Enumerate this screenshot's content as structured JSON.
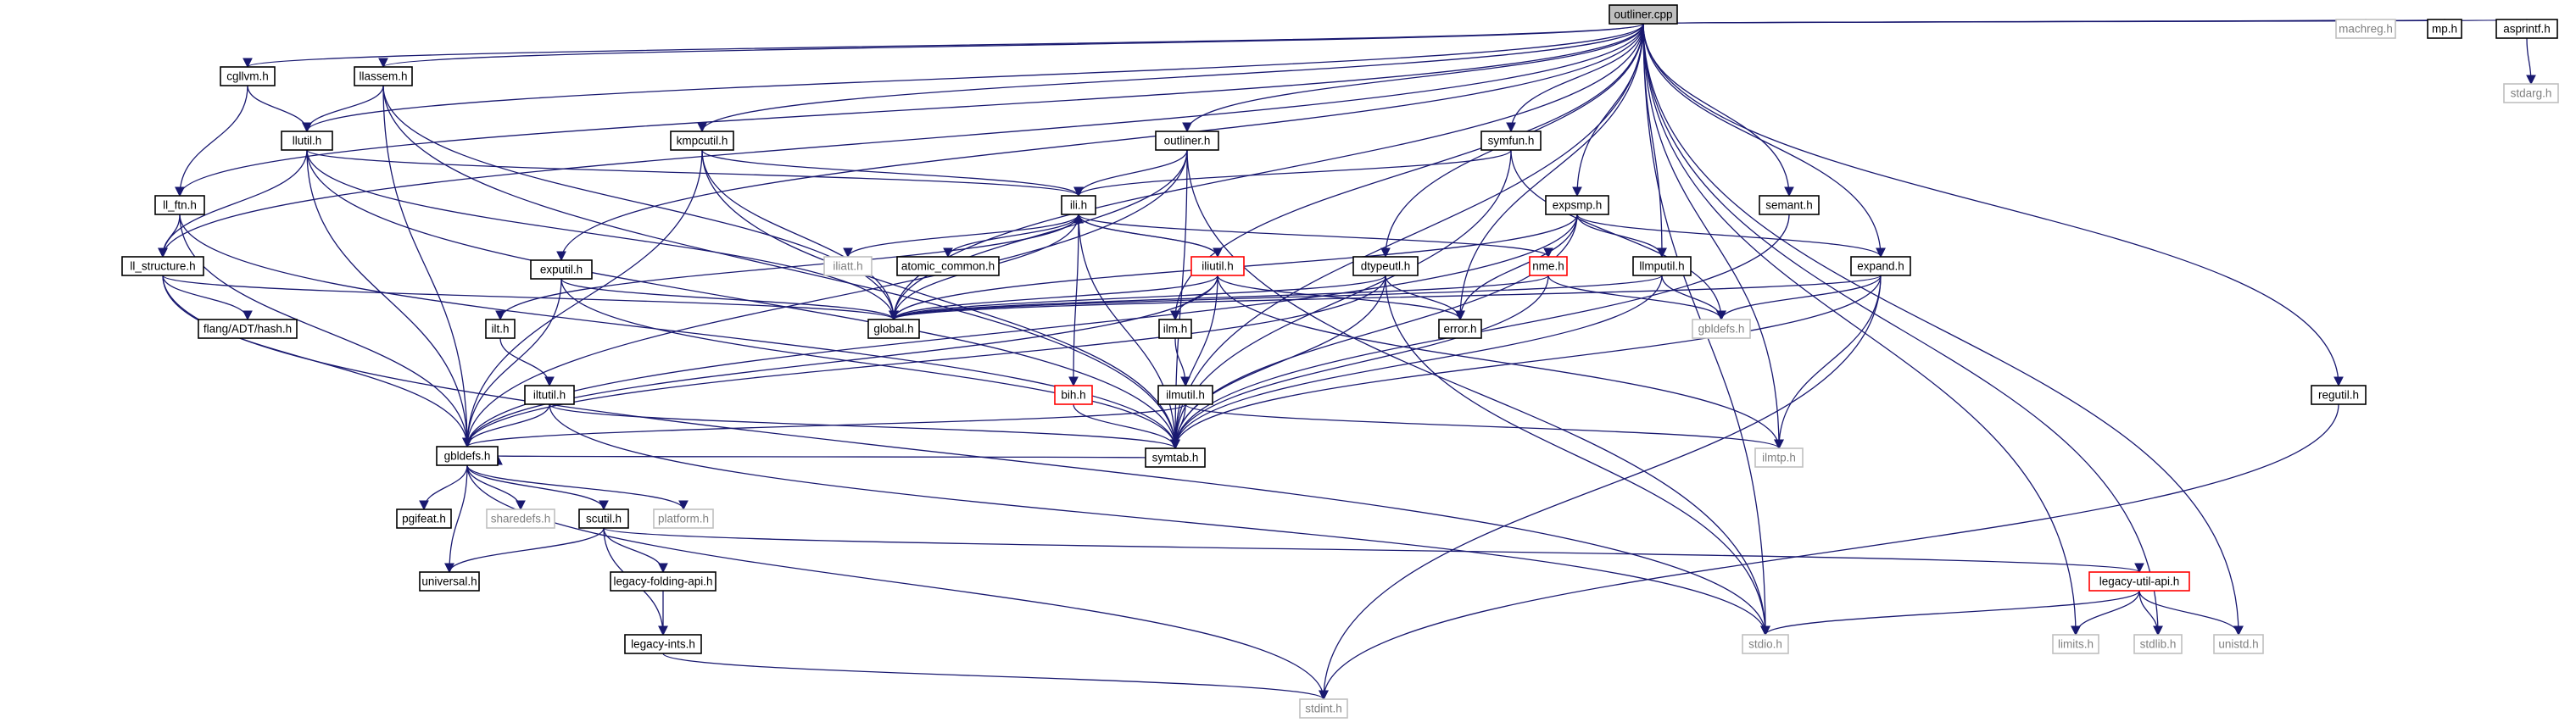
{
  "graph": {
    "colors": {
      "edge": "#191970",
      "root_fill": "#bfbfbf",
      "node_stroke": "#000000",
      "missing_stroke": "#bfbfbf",
      "missing_text": "#808080",
      "truncated_stroke": "#ff0000"
    },
    "nodes": [
      {
        "id": "outliner_cpp",
        "label": "outliner.cpp",
        "kind": "root"
      },
      {
        "id": "cgllvm_h",
        "label": "cgllvm.h",
        "kind": "normal"
      },
      {
        "id": "llassem_h",
        "label": "llassem.h",
        "kind": "normal"
      },
      {
        "id": "llutil_h",
        "label": "llutil.h",
        "kind": "normal"
      },
      {
        "id": "ll_ftn_h",
        "label": "ll_ftn.h",
        "kind": "normal"
      },
      {
        "id": "ll_structure_h",
        "label": "ll_structure.h",
        "kind": "normal"
      },
      {
        "id": "flang_adt_hash_h",
        "label": "flang/ADT/hash.h",
        "kind": "normal"
      },
      {
        "id": "kmpcutil_h",
        "label": "kmpcutil.h",
        "kind": "normal"
      },
      {
        "id": "outliner_h",
        "label": "outliner.h",
        "kind": "normal"
      },
      {
        "id": "symfun_h",
        "label": "symfun.h",
        "kind": "normal"
      },
      {
        "id": "ili_h",
        "label": "ili.h",
        "kind": "normal"
      },
      {
        "id": "iliatt_h",
        "label": "iliatt.h",
        "kind": "missing"
      },
      {
        "id": "atomic_common_h",
        "label": "atomic_common.h",
        "kind": "normal"
      },
      {
        "id": "iliutil_h",
        "label": "iliutil.h",
        "kind": "truncated"
      },
      {
        "id": "expsmp_h",
        "label": "expsmp.h",
        "kind": "normal"
      },
      {
        "id": "nme_h",
        "label": "nme.h",
        "kind": "truncated"
      },
      {
        "id": "semant_h",
        "label": "semant.h",
        "kind": "normal"
      },
      {
        "id": "exputil_h",
        "label": "exputil.h",
        "kind": "normal"
      },
      {
        "id": "dtypeutl_h",
        "label": "dtypeutl.h",
        "kind": "normal"
      },
      {
        "id": "llmputil_h",
        "label": "llmputil.h",
        "kind": "normal"
      },
      {
        "id": "expand_h",
        "label": "expand.h",
        "kind": "normal"
      },
      {
        "id": "global_h",
        "label": "global.h",
        "kind": "normal"
      },
      {
        "id": "error_h",
        "label": "error.h",
        "kind": "normal"
      },
      {
        "id": "gbldefs_h_r",
        "label": "gbldefs.h",
        "kind": "missing"
      },
      {
        "id": "ilt_h",
        "label": "ilt.h",
        "kind": "normal"
      },
      {
        "id": "ilm_h",
        "label": "ilm.h",
        "kind": "normal"
      },
      {
        "id": "iltutil_h",
        "label": "iltutil.h",
        "kind": "normal"
      },
      {
        "id": "bih_h",
        "label": "bih.h",
        "kind": "truncated"
      },
      {
        "id": "ilmutil_h",
        "label": "ilmutil.h",
        "kind": "normal"
      },
      {
        "id": "gbldefs_h",
        "label": "gbldefs.h",
        "kind": "normal"
      },
      {
        "id": "symtab_h",
        "label": "symtab.h",
        "kind": "normal"
      },
      {
        "id": "ilmtp_h",
        "label": "ilmtp.h",
        "kind": "missing"
      },
      {
        "id": "pgifeat_h",
        "label": "pgifeat.h",
        "kind": "normal"
      },
      {
        "id": "sharedefs_h",
        "label": "sharedefs.h",
        "kind": "missing"
      },
      {
        "id": "scutil_h",
        "label": "scutil.h",
        "kind": "normal"
      },
      {
        "id": "platform_h",
        "label": "platform.h",
        "kind": "missing"
      },
      {
        "id": "universal_h",
        "label": "universal.h",
        "kind": "normal"
      },
      {
        "id": "legacy_folding_api_h",
        "label": "legacy-folding-api.h",
        "kind": "normal"
      },
      {
        "id": "legacy_ints_h",
        "label": "legacy-ints.h",
        "kind": "normal"
      },
      {
        "id": "legacy_util_api_h",
        "label": "legacy-util-api.h",
        "kind": "truncated"
      },
      {
        "id": "stdio_h",
        "label": "stdio.h",
        "kind": "missing"
      },
      {
        "id": "limits_h",
        "label": "limits.h",
        "kind": "missing"
      },
      {
        "id": "stdlib_h",
        "label": "stdlib.h",
        "kind": "missing"
      },
      {
        "id": "unistd_h",
        "label": "unistd.h",
        "kind": "missing"
      },
      {
        "id": "stdint_h",
        "label": "stdint.h",
        "kind": "missing"
      },
      {
        "id": "machreg_h",
        "label": "machreg.h",
        "kind": "missing"
      },
      {
        "id": "mp_h",
        "label": "mp.h",
        "kind": "normal"
      },
      {
        "id": "asprintf_h",
        "label": "asprintf.h",
        "kind": "normal"
      },
      {
        "id": "stdarg_h",
        "label": "stdarg.h",
        "kind": "missing"
      },
      {
        "id": "regutil_h",
        "label": "regutil.h",
        "kind": "normal"
      }
    ],
    "edges": [
      [
        "outliner_cpp",
        "cgllvm_h"
      ],
      [
        "outliner_cpp",
        "llassem_h"
      ],
      [
        "outliner_cpp",
        "llutil_h"
      ],
      [
        "outliner_cpp",
        "ll_ftn_h"
      ],
      [
        "outliner_cpp",
        "ll_structure_h"
      ],
      [
        "outliner_cpp",
        "kmpcutil_h"
      ],
      [
        "outliner_cpp",
        "outliner_h"
      ],
      [
        "outliner_cpp",
        "symfun_h"
      ],
      [
        "outliner_cpp",
        "exputil_h"
      ],
      [
        "outliner_cpp",
        "expsmp_h"
      ],
      [
        "outliner_cpp",
        "semant_h"
      ],
      [
        "outliner_cpp",
        "dtypeutl_h"
      ],
      [
        "outliner_cpp",
        "llmputil_h"
      ],
      [
        "outliner_cpp",
        "expand_h"
      ],
      [
        "outliner_cpp",
        "ilm_h"
      ],
      [
        "outliner_cpp",
        "error_h"
      ],
      [
        "outliner_cpp",
        "global_h"
      ],
      [
        "outliner_cpp",
        "symtab_h"
      ],
      [
        "outliner_cpp",
        "ilmtp_h"
      ],
      [
        "outliner_cpp",
        "stdio_h"
      ],
      [
        "outliner_cpp",
        "limits_h"
      ],
      [
        "outliner_cpp",
        "stdlib_h"
      ],
      [
        "outliner_cpp",
        "unistd_h"
      ],
      [
        "outliner_cpp",
        "machreg_h"
      ],
      [
        "outliner_cpp",
        "mp_h"
      ],
      [
        "outliner_cpp",
        "asprintf_h"
      ],
      [
        "outliner_cpp",
        "regutil_h"
      ],
      [
        "cgllvm_h",
        "llutil_h"
      ],
      [
        "cgllvm_h",
        "ll_ftn_h"
      ],
      [
        "llassem_h",
        "llutil_h"
      ],
      [
        "llassem_h",
        "gbldefs_h"
      ],
      [
        "llassem_h",
        "global_h"
      ],
      [
        "llassem_h",
        "symtab_h"
      ],
      [
        "llutil_h",
        "ll_structure_h"
      ],
      [
        "llutil_h",
        "gbldefs_h"
      ],
      [
        "llutil_h",
        "ili_h"
      ],
      [
        "llutil_h",
        "global_h"
      ],
      [
        "llutil_h",
        "symtab_h"
      ],
      [
        "ll_ftn_h",
        "ll_structure_h"
      ],
      [
        "ll_ftn_h",
        "gbldefs_h"
      ],
      [
        "ll_ftn_h",
        "symtab_h"
      ],
      [
        "ll_structure_h",
        "flang_adt_hash_h"
      ],
      [
        "ll_structure_h",
        "gbldefs_h"
      ],
      [
        "ll_structure_h",
        "global_h"
      ],
      [
        "ll_structure_h",
        "stdio_h"
      ],
      [
        "kmpcutil_h",
        "gbldefs_h"
      ],
      [
        "kmpcutil_h",
        "global_h"
      ],
      [
        "kmpcutil_h",
        "ili_h"
      ],
      [
        "kmpcutil_h",
        "symtab_h"
      ],
      [
        "outliner_h",
        "ili_h"
      ],
      [
        "outliner_h",
        "global_h"
      ],
      [
        "outliner_h",
        "symtab_h"
      ],
      [
        "outliner_h",
        "gbldefs_h"
      ],
      [
        "outliner_h",
        "stdio_h"
      ],
      [
        "symfun_h",
        "ili_h"
      ],
      [
        "symfun_h",
        "symtab_h"
      ],
      [
        "symfun_h",
        "gbldefs_h_r"
      ],
      [
        "ili_h",
        "iliatt_h"
      ],
      [
        "ili_h",
        "atomic_common_h"
      ],
      [
        "ili_h",
        "iliutil_h"
      ],
      [
        "ili_h",
        "global_h"
      ],
      [
        "ili_h",
        "symtab_h"
      ],
      [
        "ili_h",
        "bih_h"
      ],
      [
        "ili_h",
        "ilt_h"
      ],
      [
        "ili_h",
        "nme_h"
      ],
      [
        "iliutil_h",
        "ili_h"
      ],
      [
        "iliutil_h",
        "global_h"
      ],
      [
        "iliutil_h",
        "symtab_h"
      ],
      [
        "iliutil_h",
        "ilm_h"
      ],
      [
        "iliutil_h",
        "error_h"
      ],
      [
        "iliutil_h",
        "ilmtp_h"
      ],
      [
        "iliutil_h",
        "gbldefs_h"
      ],
      [
        "expsmp_h",
        "llmputil_h"
      ],
      [
        "expsmp_h",
        "expand_h"
      ],
      [
        "expsmp_h",
        "error_h"
      ],
      [
        "expsmp_h",
        "global_h"
      ],
      [
        "expsmp_h",
        "symtab_h"
      ],
      [
        "expsmp_h",
        "gbldefs_h"
      ],
      [
        "nme_h",
        "global_h"
      ],
      [
        "nme_h",
        "symtab_h"
      ],
      [
        "nme_h",
        "gbldefs_h_r"
      ],
      [
        "semant_h",
        "symtab_h"
      ],
      [
        "exputil_h",
        "gbldefs_h"
      ],
      [
        "exputil_h",
        "global_h"
      ],
      [
        "exputil_h",
        "symtab_h"
      ],
      [
        "dtypeutl_h",
        "global_h"
      ],
      [
        "dtypeutl_h",
        "error_h"
      ],
      [
        "dtypeutl_h",
        "symtab_h"
      ],
      [
        "dtypeutl_h",
        "stdio_h"
      ],
      [
        "dtypeutl_h",
        "gbldefs_h"
      ],
      [
        "llmputil_h",
        "gbldefs_h_r"
      ],
      [
        "llmputil_h",
        "global_h"
      ],
      [
        "llmputil_h",
        "symtab_h"
      ],
      [
        "expand_h",
        "global_h"
      ],
      [
        "expand_h",
        "gbldefs_h_r"
      ],
      [
        "expand_h",
        "symtab_h"
      ],
      [
        "expand_h",
        "ilmtp_h"
      ],
      [
        "expand_h",
        "stdint_h"
      ],
      [
        "ilt_h",
        "iltutil_h"
      ],
      [
        "iltutil_h",
        "gbldefs_h"
      ],
      [
        "iltutil_h",
        "symtab_h"
      ],
      [
        "iltutil_h",
        "stdio_h"
      ],
      [
        "ilm_h",
        "ilmutil_h"
      ],
      [
        "ilmutil_h",
        "gbldefs_h"
      ],
      [
        "ilmutil_h",
        "symtab_h"
      ],
      [
        "ilmutil_h",
        "ilmtp_h"
      ],
      [
        "bih_h",
        "symtab_h"
      ],
      [
        "symtab_h",
        "gbldefs_h"
      ],
      [
        "gbldefs_h",
        "pgifeat_h"
      ],
      [
        "gbldefs_h",
        "sharedefs_h"
      ],
      [
        "gbldefs_h",
        "scutil_h"
      ],
      [
        "gbldefs_h",
        "platform_h"
      ],
      [
        "gbldefs_h",
        "universal_h"
      ],
      [
        "gbldefs_h",
        "stdint_h"
      ],
      [
        "scutil_h",
        "universal_h"
      ],
      [
        "scutil_h",
        "legacy_folding_api_h"
      ],
      [
        "scutil_h",
        "legacy_ints_h"
      ],
      [
        "scutil_h",
        "legacy_util_api_h"
      ],
      [
        "legacy_folding_api_h",
        "legacy_ints_h"
      ],
      [
        "legacy_ints_h",
        "stdint_h"
      ],
      [
        "legacy_util_api_h",
        "stdio_h"
      ],
      [
        "legacy_util_api_h",
        "limits_h"
      ],
      [
        "legacy_util_api_h",
        "stdlib_h"
      ],
      [
        "legacy_util_api_h",
        "unistd_h"
      ],
      [
        "asprintf_h",
        "stdarg_h"
      ],
      [
        "regutil_h",
        "stdint_h"
      ]
    ]
  }
}
